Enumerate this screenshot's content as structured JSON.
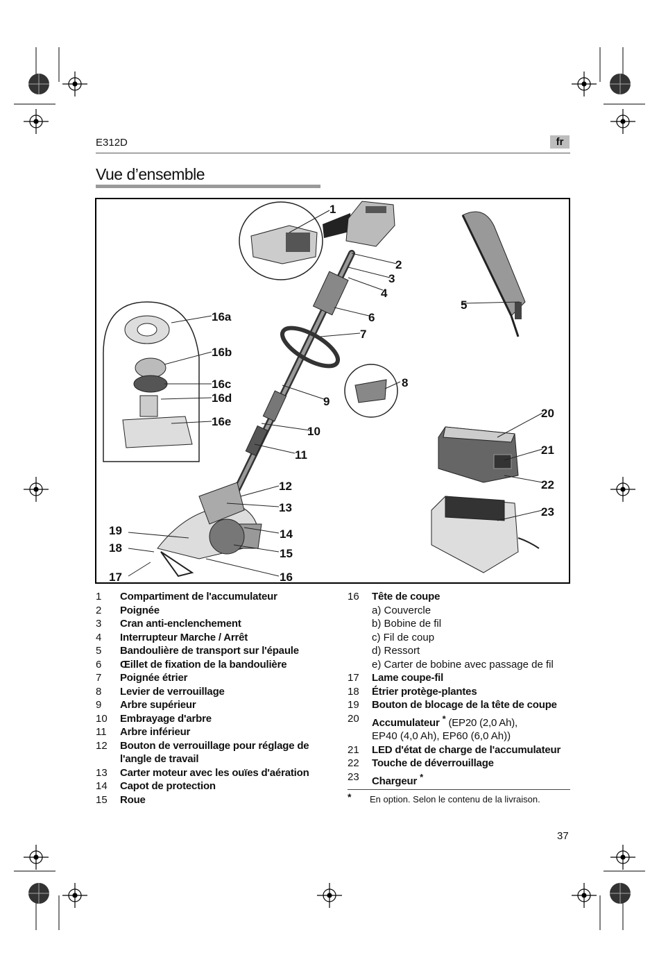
{
  "header": {
    "model": "E312D",
    "lang": "fr"
  },
  "title": "Vue d’ensemble",
  "figure_labels": {
    "l1": "1",
    "l2": "2",
    "l3": "3",
    "l4": "4",
    "l5": "5",
    "l6": "6",
    "l7": "7",
    "l8": "8",
    "l9": "9",
    "l10": "10",
    "l11": "11",
    "l12": "12",
    "l13": "13",
    "l14": "14",
    "l15": "15",
    "l16": "16",
    "l17": "17",
    "l18": "18",
    "l19": "19",
    "l20": "20",
    "l21": "21",
    "l22": "22",
    "l23": "23",
    "l16a": "16a",
    "l16b": "16b",
    "l16c": "16c",
    "l16d": "16d",
    "l16e": "16e"
  },
  "legend_left": [
    {
      "num": "1",
      "text": "Compartiment de l'accumulateur"
    },
    {
      "num": "2",
      "text": "Poignée"
    },
    {
      "num": "3",
      "text": "Cran anti-enclenchement"
    },
    {
      "num": "4",
      "text": "Interrupteur Marche / Arrêt"
    },
    {
      "num": "5",
      "text": "Bandoulière de transport sur l'épaule"
    },
    {
      "num": "6",
      "text": "Œillet de fixation de la bandoulière"
    },
    {
      "num": "7",
      "text": "Poignée étrier"
    },
    {
      "num": "8",
      "text": "Levier de verrouillage"
    },
    {
      "num": "9",
      "text": "Arbre supérieur"
    },
    {
      "num": "10",
      "text": "Embrayage d'arbre"
    },
    {
      "num": "11",
      "text": "Arbre inférieur"
    },
    {
      "num": "12",
      "text": "Bouton de verrouillage pour réglage de l'angle de travail"
    },
    {
      "num": "13",
      "text": "Carter moteur avec les ouïes d'aération"
    },
    {
      "num": "14",
      "text": "Capot de protection"
    },
    {
      "num": "15",
      "text": "Roue"
    }
  ],
  "legend_right": {
    "i16": {
      "num": "16",
      "text": "Tête de coupe"
    },
    "i16_subs": [
      "a) Couvercle",
      "b) Bobine de fil",
      "c) Fil de coup",
      "d) Ressort",
      "e) Carter de bobine avec passage de fil"
    ],
    "i17": {
      "num": "17",
      "text": "Lame coupe-fil"
    },
    "i18": {
      "num": "18",
      "text": "Étrier protège-plantes"
    },
    "i19": {
      "num": "19",
      "text": "Bouton de blocage de la tête de coupe"
    },
    "i20": {
      "num": "20",
      "text": "Accumulateur",
      "star": "*",
      "extra1": "(EP20 (2,0 Ah),",
      "extra2": "EP40 (4,0 Ah), EP60 (6,0 Ah))"
    },
    "i21": {
      "num": "21",
      "text": "LED d'état de charge de l'accumulateur"
    },
    "i22": {
      "num": "22",
      "text": "Touche de déverrouillage"
    },
    "i23": {
      "num": "23",
      "text": "Chargeur",
      "star": "*"
    }
  },
  "footnote": {
    "star": "*",
    "text": "En option. Selon le contenu de la livraison."
  },
  "page_number": "37"
}
